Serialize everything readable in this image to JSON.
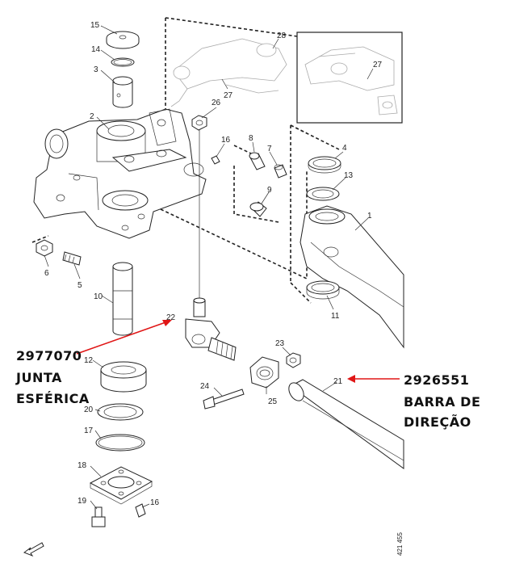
{
  "diagram": {
    "part_numbers": [
      "15",
      "14",
      "3",
      "2",
      "26",
      "16",
      "8",
      "7",
      "9",
      "4",
      "13",
      "1",
      "6",
      "5",
      "10",
      "22",
      "12",
      "20",
      "17",
      "18",
      "19",
      "16",
      "23",
      "24",
      "25",
      "21",
      "11",
      "28",
      "27",
      "27"
    ],
    "callouts": {
      "joint": {
        "code": "2977070",
        "line1": "JUNTA",
        "line2": "ESFÉRICA"
      },
      "rod": {
        "code": "2926551",
        "line1": "BARRA DE",
        "line2": "DIREÇÃO"
      }
    },
    "drawing_id": "421 455",
    "colors": {
      "line": "#222222",
      "arrow": "#e01616",
      "ghost": "#aaaaaa"
    }
  }
}
